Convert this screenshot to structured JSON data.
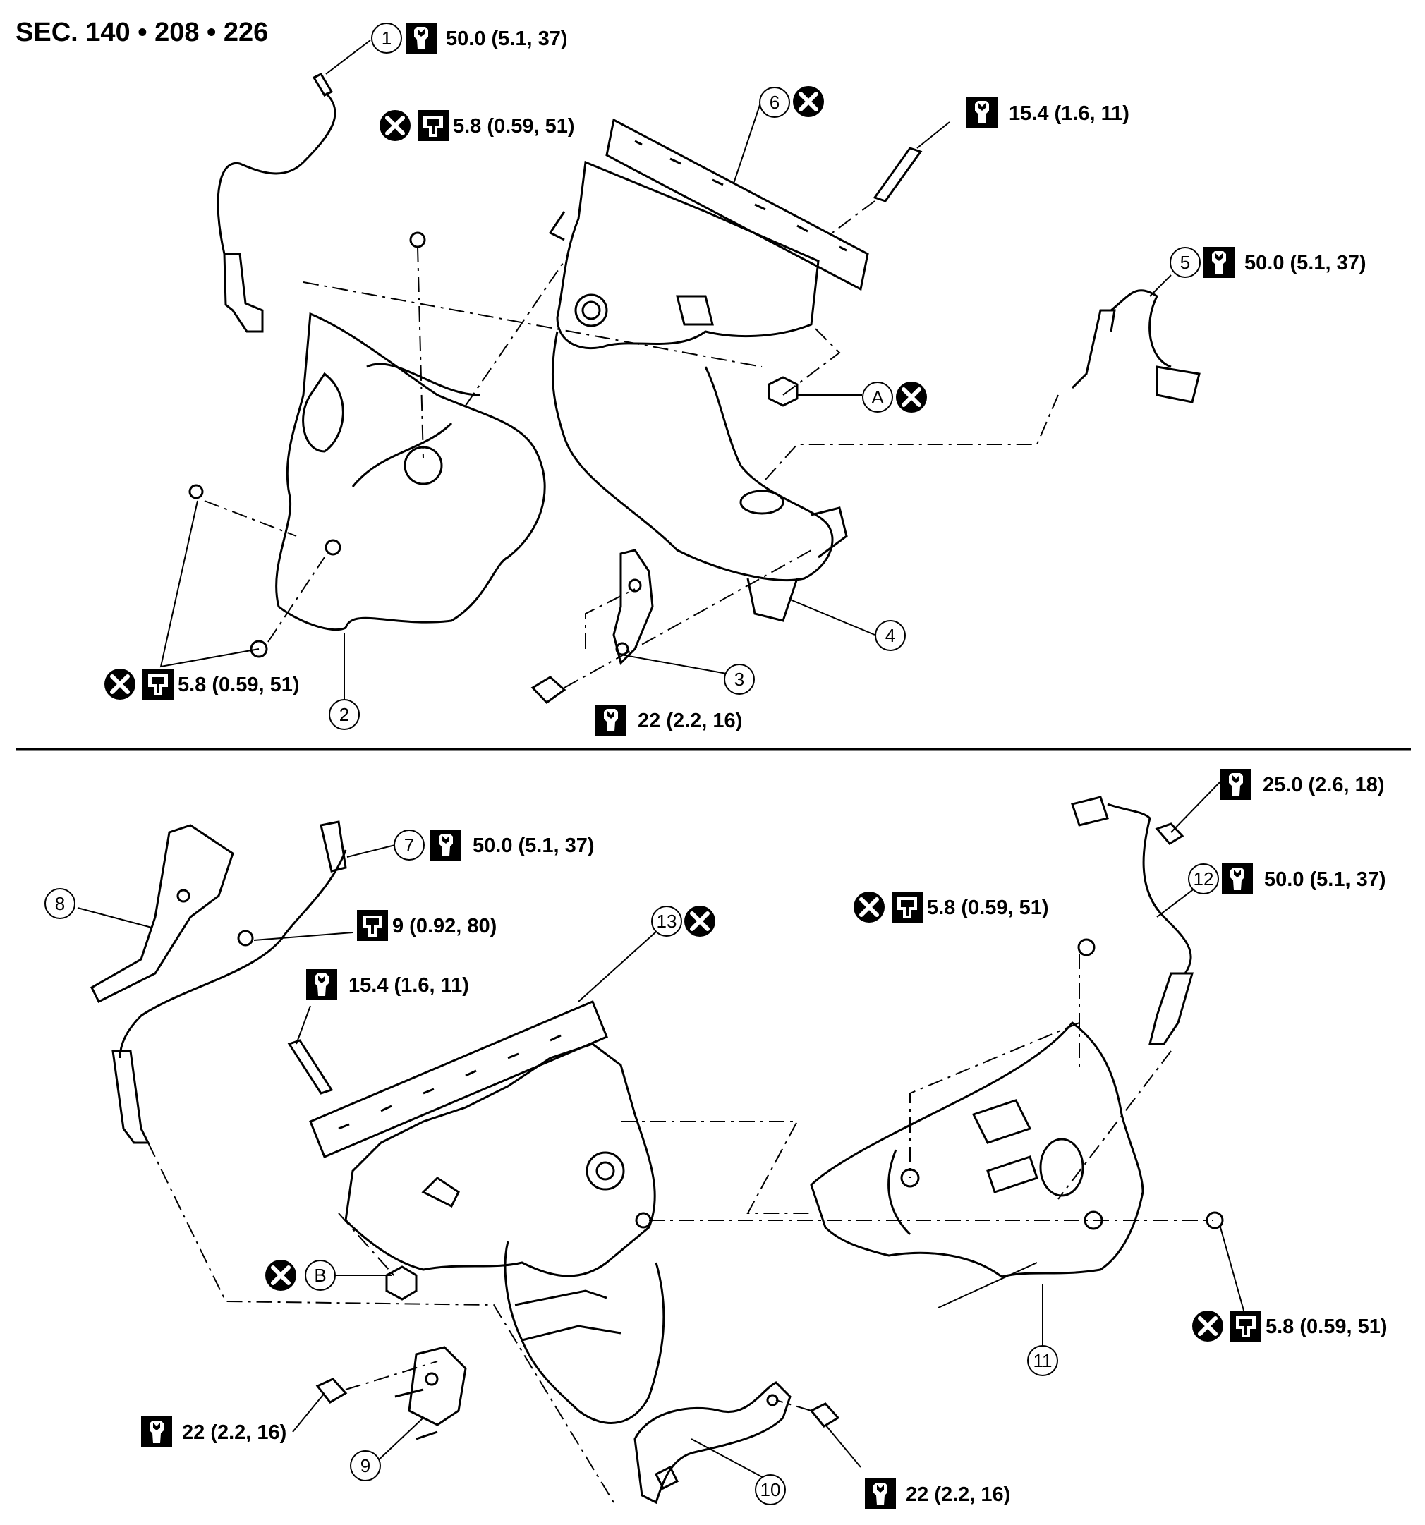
{
  "section_label": "SEC. 140 • 208 • 226",
  "icons": {
    "torque": "torque-wrench-icon",
    "torque_filled": "torque-wrench-filled-icon",
    "do_not_reuse": "do-not-reuse-icon"
  },
  "callouts": {
    "c1": "1",
    "c2": "2",
    "c3": "3",
    "c4": "4",
    "c5": "5",
    "c6": "6",
    "c7": "7",
    "c8": "8",
    "c9": "9",
    "c10": "10",
    "c11": "11",
    "c12": "12",
    "c13": "13",
    "cA": "A",
    "cB": "B"
  },
  "torques": {
    "t1": "50.0 (5.1, 37)",
    "t_cover_top": "5.8 (0.59, 51)",
    "t_stud_top": "15.4 (1.6, 11)",
    "t5": "50.0 (5.1, 37)",
    "t_cover_left": "5.8 (0.59, 51)",
    "t_bracket_top": "22 (2.2, 16)",
    "t_bolt_br": "25.0 (2.6, 18)",
    "t7": "50.0 (5.1, 37)",
    "t_bracket8": "9 (0.92, 80)",
    "t12": "50.0 (5.1, 37)",
    "t_cover_mid": "5.8 (0.59, 51)",
    "t_stud_bottom": "15.4 (1.6, 11)",
    "t_cover_right": "5.8 (0.59, 51)",
    "t_bracket9": "22 (2.2, 16)",
    "t_bracket10": "22 (2.2, 16)"
  }
}
